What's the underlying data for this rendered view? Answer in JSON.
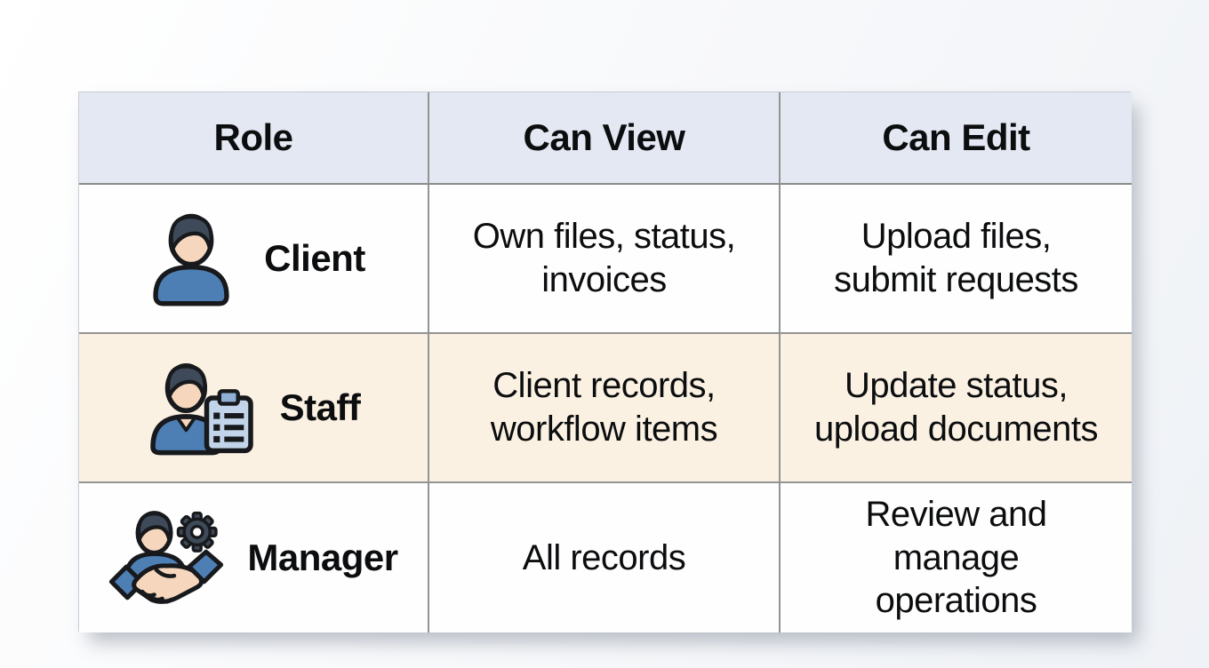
{
  "table": {
    "headers": [
      {
        "label": "Role"
      },
      {
        "label": "Can View"
      },
      {
        "label": "Can Edit"
      }
    ],
    "rows": [
      {
        "role": "Client",
        "icon": "user-icon",
        "can_view": "Own files, status,\ninvoices",
        "can_edit": "Upload files,\nsubmit requests",
        "highlighted": false
      },
      {
        "role": "Staff",
        "icon": "user-clipboard-icon",
        "can_view": "Client records,\nworkflow items",
        "can_edit": "Update status,\nupload documents",
        "highlighted": true
      },
      {
        "role": "Manager",
        "icon": "user-gear-handshake-icon",
        "can_view": "All records",
        "can_edit": "Review and manage\noperations",
        "highlighted": false
      }
    ],
    "colors": {
      "header_bg": "#e3e8f2",
      "row_bg": "#fefefe",
      "highlight_row_bg": "#faf1e2",
      "grid_line": "#939393",
      "text": "#0c0d0f",
      "icon_shirt_blue": "#4d7fb5",
      "icon_skin": "#f6d7bd",
      "icon_hair_gear": "#3e4a59",
      "icon_clipboard": "#c2d4ea"
    }
  }
}
